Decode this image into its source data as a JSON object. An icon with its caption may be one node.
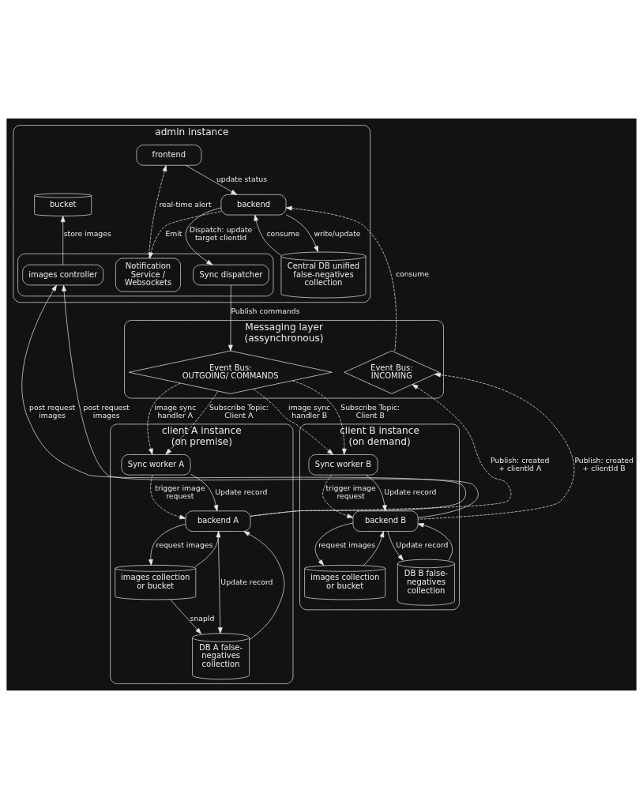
{
  "diagram": {
    "nodes": [
      {
        "text": [
          "admin instance"
        ]
      },
      {
        "text": [
          "frontend"
        ],
        "in": 0
      },
      {
        "text": [
          "backend"
        ],
        "in": 0
      },
      {
        "text": [
          "bucket"
        ],
        "in": 0
      },
      {
        "text": [],
        "shape": "box",
        "in": 0
      },
      {
        "text": [
          "images controller"
        ],
        "in": 4
      },
      {
        "text": [
          "Notification Service / Websockets"
        ],
        "in": 4
      },
      {
        "text": [
          "Sync dispatcher"
        ],
        "in": 4
      },
      {
        "text": [
          "Central DB unified false-negatives collection"
        ],
        "in": 0
      },
      {
        "text": [
          "Messaging layer (assynchronous)"
        ]
      },
      {
        "text": [
          "Event Bus: OUTGOING/ COMMANDS"
        ],
        "in": 9
      },
      {
        "text": [
          "Event Bus: INCOMING"
        ],
        "in": 9
      },
      {
        "text": [
          "client A instance (on premise)"
        ]
      },
      {
        "text": [
          "Sync worker A"
        ],
        "in": 12
      },
      {
        "text": [
          "backend A"
        ],
        "in": 12
      },
      {
        "text": [
          "images collection or bucket"
        ],
        "in": 12
      },
      {
        "text": [
          "DB A false-negatives collection"
        ],
        "in": 12
      },
      {
        "text": [
          "client B instance (on demand)"
        ]
      },
      {
        "text": [
          "Sync worker B"
        ],
        "in": 17
      },
      {
        "text": [
          "backend B"
        ],
        "in": 17
      },
      {
        "text": [
          "images collection or bucket"
        ],
        "in": 17
      },
      {
        "text": [
          "DB B false-negatives collection"
        ],
        "in": 17
      }
    ],
    "edges": [
      {
        "from": 1,
        "to": 2,
        "arrow": "to",
        "label": "update status"
      },
      {
        "from": 2,
        "to": 6,
        "arrow": "to",
        "label": "Emit",
        "style": "dashed"
      },
      {
        "from": 2,
        "to": 7,
        "arrow": "to",
        "label": "Dispatch: update target clientId"
      },
      {
        "from": 6,
        "to": 1,
        "arrow": "to",
        "label": "real-time alert",
        "style": "dashed"
      },
      {
        "from": 5,
        "to": 3,
        "arrow": "to",
        "label": "store images"
      },
      {
        "from": 2,
        "to": 8,
        "arrow": "to",
        "label": "write/update"
      },
      {
        "from": 8,
        "to": 2,
        "arrow": "to",
        "label": "consume"
      },
      {
        "from": 11,
        "to": 2,
        "arrow": "to",
        "label": "consume",
        "style": "dashed"
      },
      {
        "from": 7,
        "to": 10,
        "arrow": "to",
        "label": "Publish commands"
      },
      {
        "from": 10,
        "to": 13,
        "arrow": "to",
        "label": "image sync handler A",
        "style": "dashed"
      },
      {
        "from": 10,
        "to": 13,
        "arrow": "to",
        "label": "Subscribe Topic: Client A",
        "style": "dashed"
      },
      {
        "from": 10,
        "to": 18,
        "arrow": "to",
        "label": "image sync handler B",
        "style": "dashed"
      },
      {
        "from": 10,
        "to": 18,
        "arrow": "to",
        "label": "Subscribe Topic: Client B",
        "style": "dashed"
      },
      {
        "from": 14,
        "to": 5,
        "arrow": "to",
        "label": "post request images"
      },
      {
        "from": 19,
        "to": 5,
        "arrow": "to",
        "label": "post request images"
      },
      {
        "from": 13,
        "to": 14,
        "arrow": "to",
        "label": "trigger image request",
        "style": "dashed"
      },
      {
        "from": 13,
        "to": 14,
        "arrow": "to",
        "label": "Update record"
      },
      {
        "from": 14,
        "to": 15,
        "arrow": "to",
        "label": "request images"
      },
      {
        "from": 15,
        "to": 14,
        "arrow": "to"
      },
      {
        "from": 14,
        "to": 16,
        "arrow": "to",
        "label": "Update record"
      },
      {
        "from": 16,
        "to": 14,
        "arrow": "to"
      },
      {
        "from": 15,
        "to": 16,
        "arrow": "to",
        "label": "snapId"
      },
      {
        "from": 18,
        "to": 19,
        "arrow": "to",
        "label": "trigger image request",
        "style": "dashed"
      },
      {
        "from": 18,
        "to": 19,
        "arrow": "to",
        "label": "Update record"
      },
      {
        "from": 19,
        "to": 20,
        "arrow": "to",
        "label": "request images"
      },
      {
        "from": 20,
        "to": 19,
        "arrow": "to"
      },
      {
        "from": 19,
        "to": 21,
        "arrow": "to",
        "label": "Update record"
      },
      {
        "from": 21,
        "to": 19,
        "arrow": "to"
      },
      {
        "from": 19,
        "to": 11,
        "arrow": "to",
        "label": "Publish: created + clientId B",
        "style": "dashed"
      },
      {
        "from": 14,
        "to": 11,
        "arrow": "to",
        "label": "Publish: created + clientId A",
        "style": "dashed"
      }
    ]
  }
}
